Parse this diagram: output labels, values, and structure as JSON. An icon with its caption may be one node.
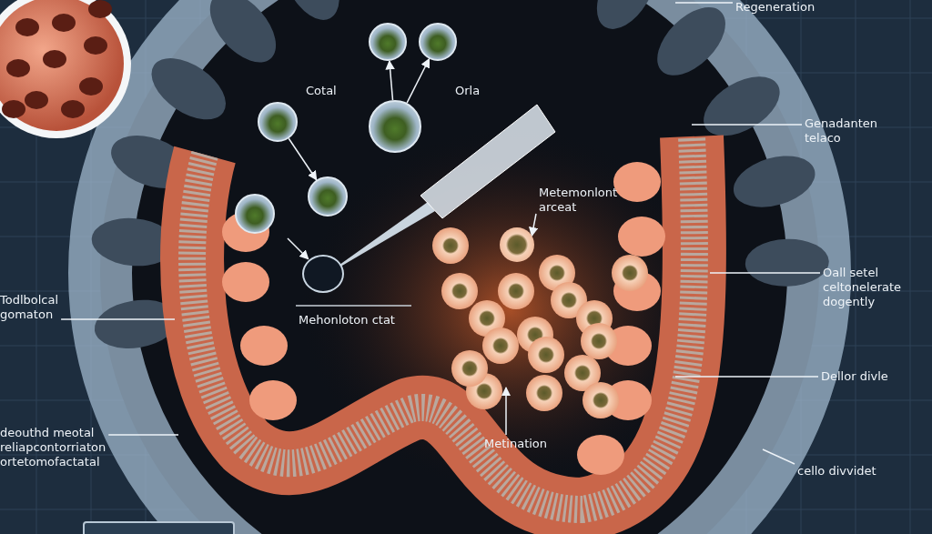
{
  "diagram": {
    "nodes": [
      {
        "text": [
          "Regeneration"
        ]
      },
      {
        "text": [
          "Genadanten telaco"
        ]
      },
      {
        "text": [
          "Todlbolcal gomaton"
        ]
      },
      {
        "text": [
          "Oall setel celtonelerate dogently"
        ]
      },
      {
        "text": [
          "Metemonlont arceat"
        ]
      },
      {
        "text": [
          "Dellor divle"
        ]
      },
      {
        "text": [
          "deouthd meotal reliapcontorriaton ortetomofactatal"
        ]
      },
      {
        "text": [
          "Metination"
        ]
      },
      {
        "text": [
          "cello divvidet"
        ]
      },
      {
        "text": [],
        "shape": "circle"
      },
      {
        "text": [],
        "shape": "circle"
      },
      {
        "text": [],
        "shape": "circle"
      },
      {
        "text": [],
        "shape": "circle"
      },
      {
        "text": [],
        "shape": "circle"
      },
      {
        "text": [],
        "shape": "circle"
      },
      {
        "text": [],
        "shape": "circle"
      },
      {
        "text": [],
        "shape": "circle"
      }
    ],
    "edges": [
      {
        "from": 0,
        "to": null,
        "arrow": "none"
      },
      {
        "from": 1,
        "to": null,
        "arrow": "none"
      },
      {
        "from": 2,
        "to": null,
        "arrow": "none"
      },
      {
        "from": 3,
        "to": null,
        "arrow": "none"
      },
      {
        "from": 4,
        "to": 16,
        "arrow": "to"
      },
      {
        "from": 5,
        "to": null,
        "arrow": "none"
      },
      {
        "from": 6,
        "to": null,
        "arrow": "none"
      },
      {
        "from": 7,
        "to": null,
        "arrow": "to"
      },
      {
        "from": 8,
        "to": null,
        "arrow": "none"
      },
      {
        "from": 11,
        "to": 9,
        "arrow": "to"
      },
      {
        "from": 11,
        "to": 10,
        "arrow": "to"
      },
      {
        "from": 12,
        "to": 13,
        "arrow": "to"
      },
      {
        "from": null,
        "to": 15,
        "arrow": "to"
      }
    ],
    "labels": [
      "Cotal",
      "Orla",
      "Mehonloton ctat"
    ]
  }
}
